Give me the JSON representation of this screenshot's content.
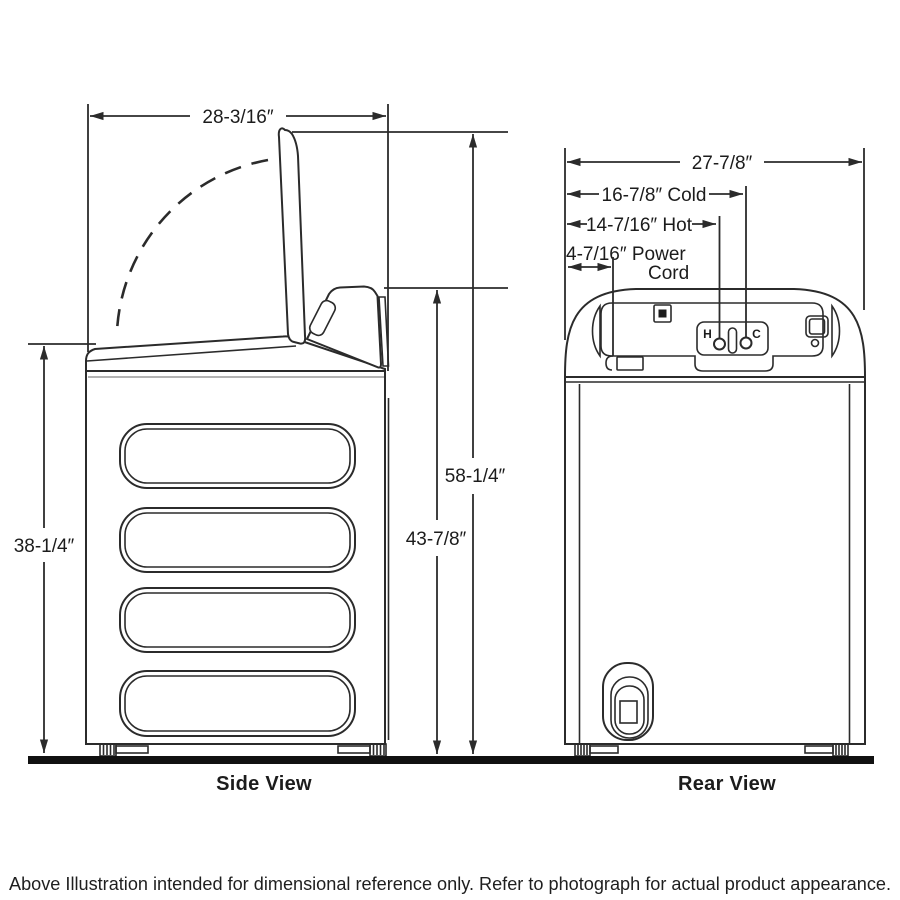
{
  "side_view": {
    "label": "Side View",
    "dims": {
      "width": "28-3/16″",
      "height_lid_open": "58-1/4″",
      "height_to_console": "43-7/8″",
      "height_body": "38-1/4″"
    }
  },
  "rear_view": {
    "label": "Rear View",
    "dims": {
      "width": "27-7/8″",
      "cold": "16-7/8″ Cold",
      "hot": "14-7/16″ Hot",
      "power_line1": "4-7/16″ Power",
      "power_line2": "Cord"
    },
    "connections": {
      "hot_label": "H",
      "cold_label": "C"
    }
  },
  "footer": {
    "caption": "Above Illustration intended for dimensional reference only. Refer to photograph for actual product appearance."
  },
  "colors": {
    "line": "#2b2b2b",
    "floor": "#111111",
    "background": "#ffffff"
  }
}
